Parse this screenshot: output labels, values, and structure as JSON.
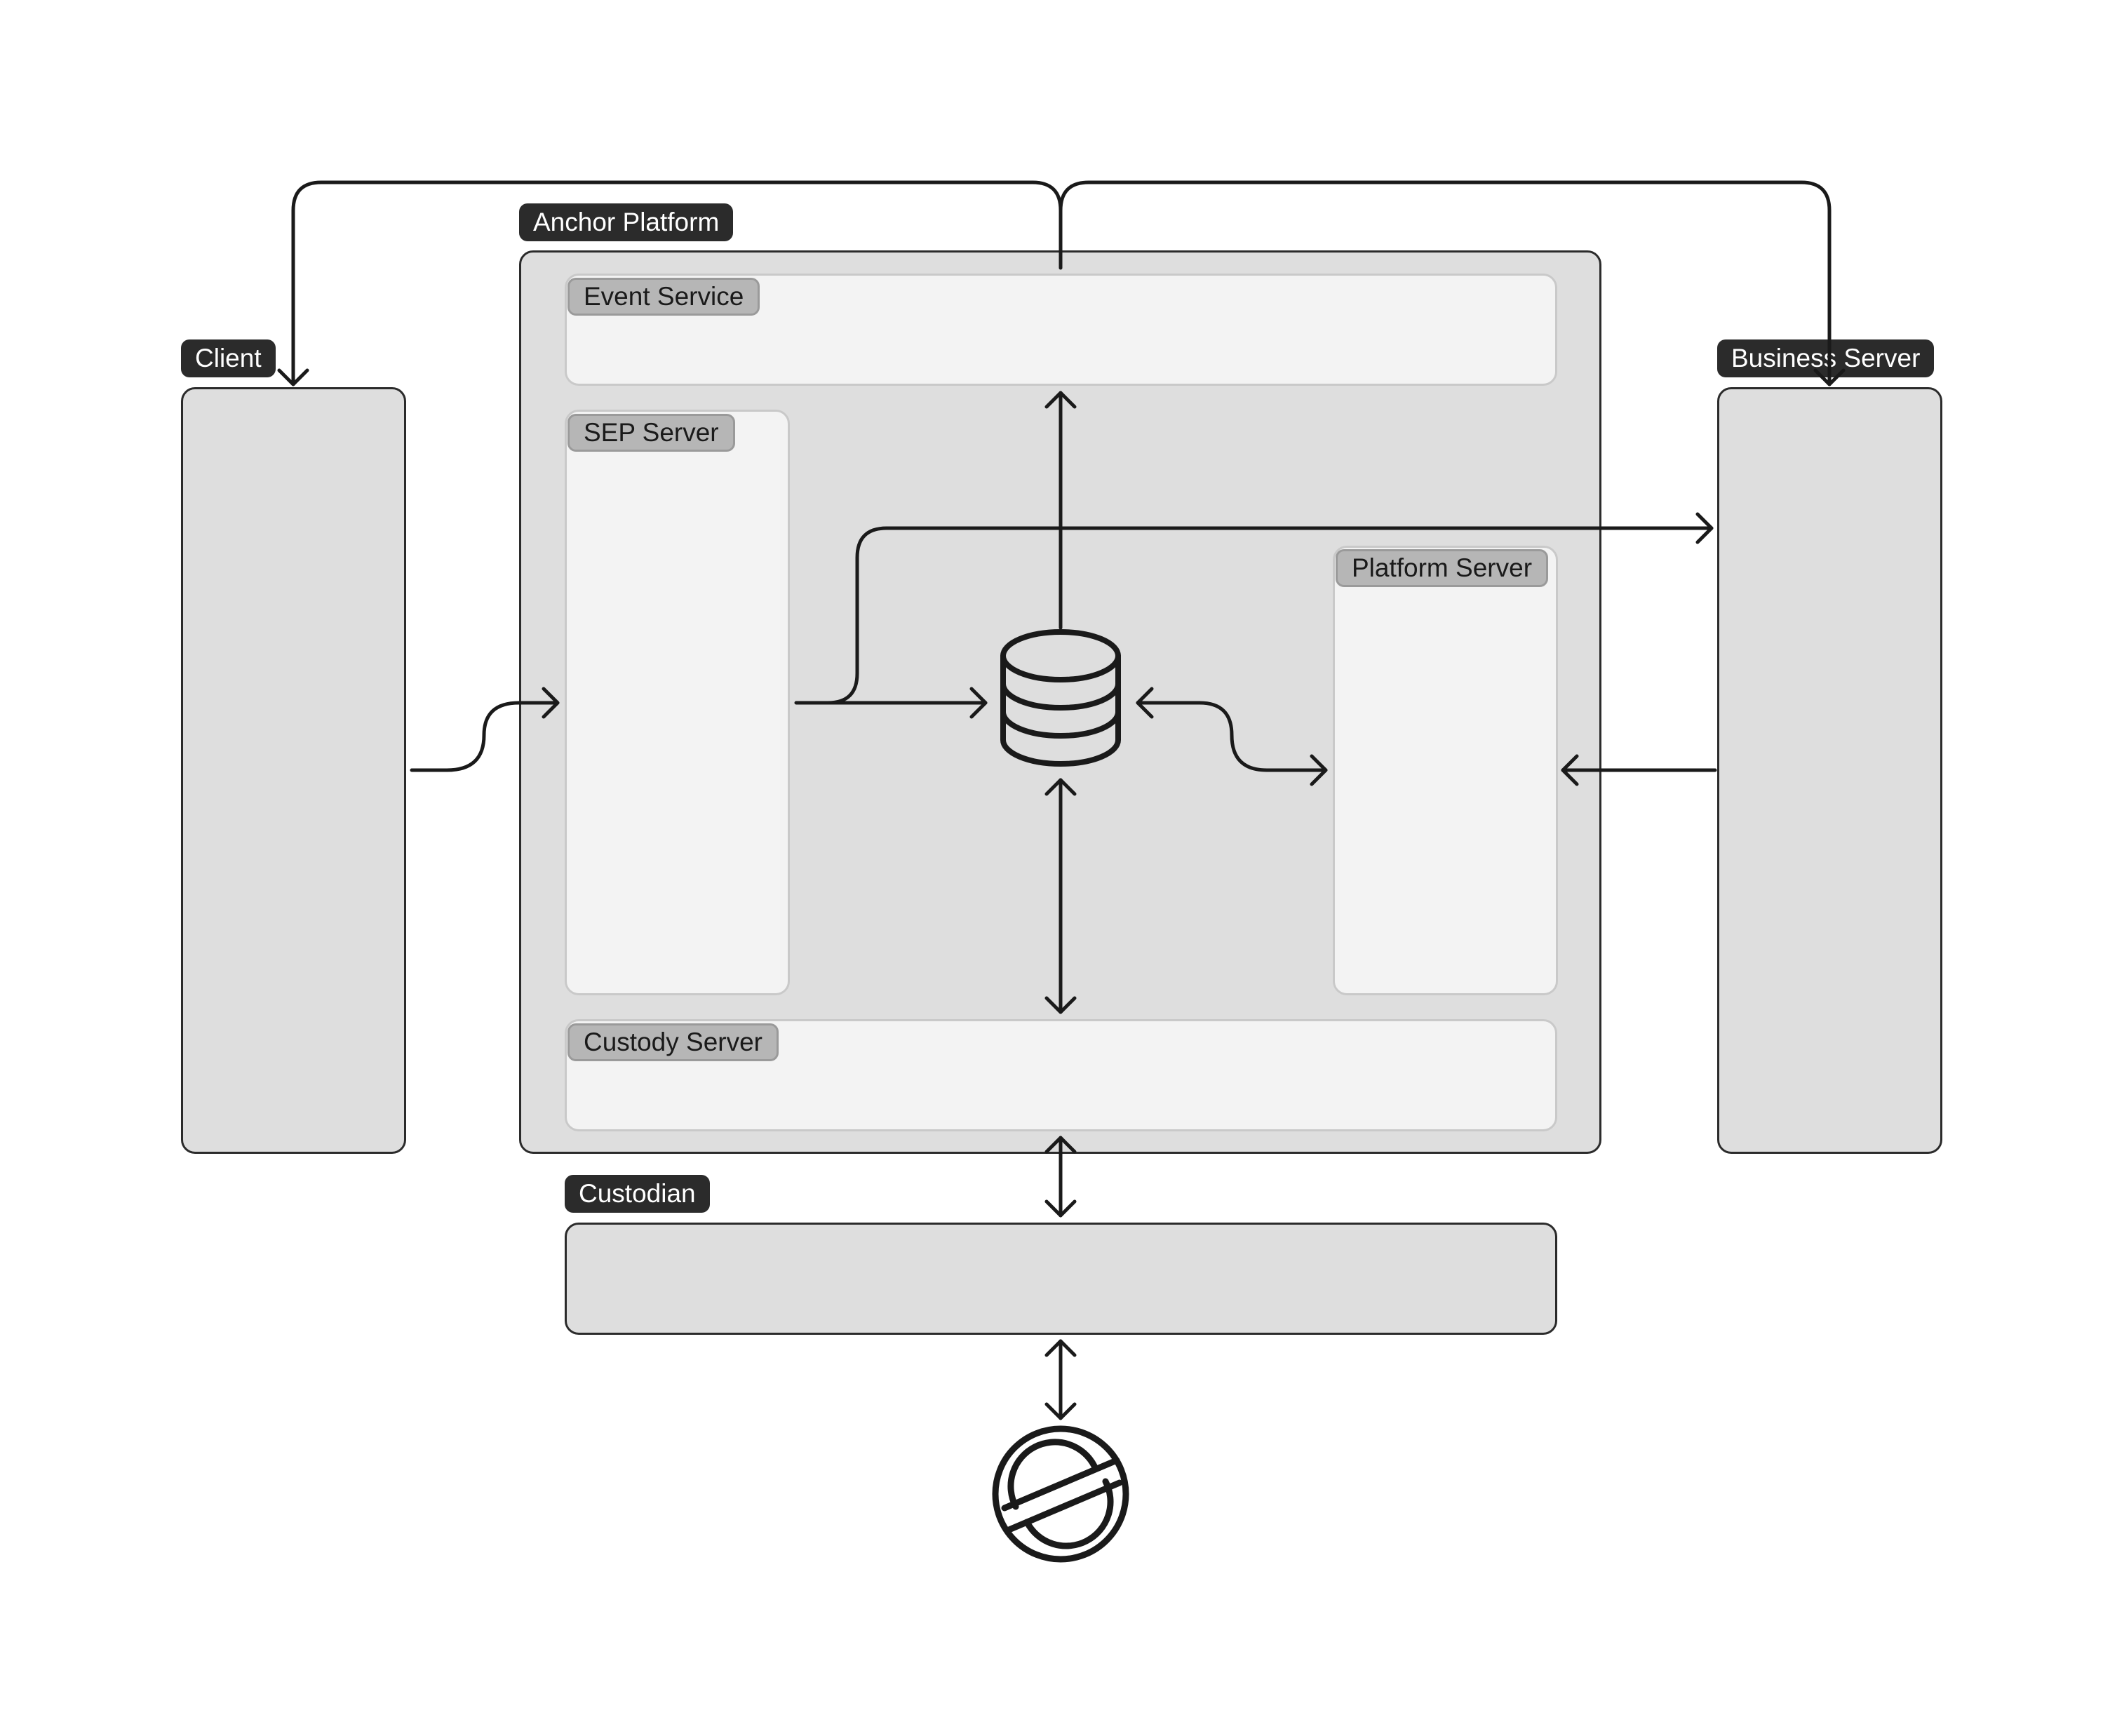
{
  "labels": {
    "anchor_platform": "Anchor Platform",
    "client": "Client",
    "business_server": "Business Server",
    "event_service": "Event Service",
    "sep_server": "SEP Server",
    "platform_server": "Platform Server",
    "custody_server": "Custody Server",
    "custodian": "Custodian"
  },
  "icons": {
    "database": "database-icon",
    "stellar": "stellar-logo-icon"
  },
  "colors": {
    "outer_fill": "#dedede",
    "inner_fill": "#f3f3f3",
    "stroke": "#1a1a1a",
    "tag_dark": "#2b2b2b",
    "tag_light": "#b6b6b6"
  }
}
